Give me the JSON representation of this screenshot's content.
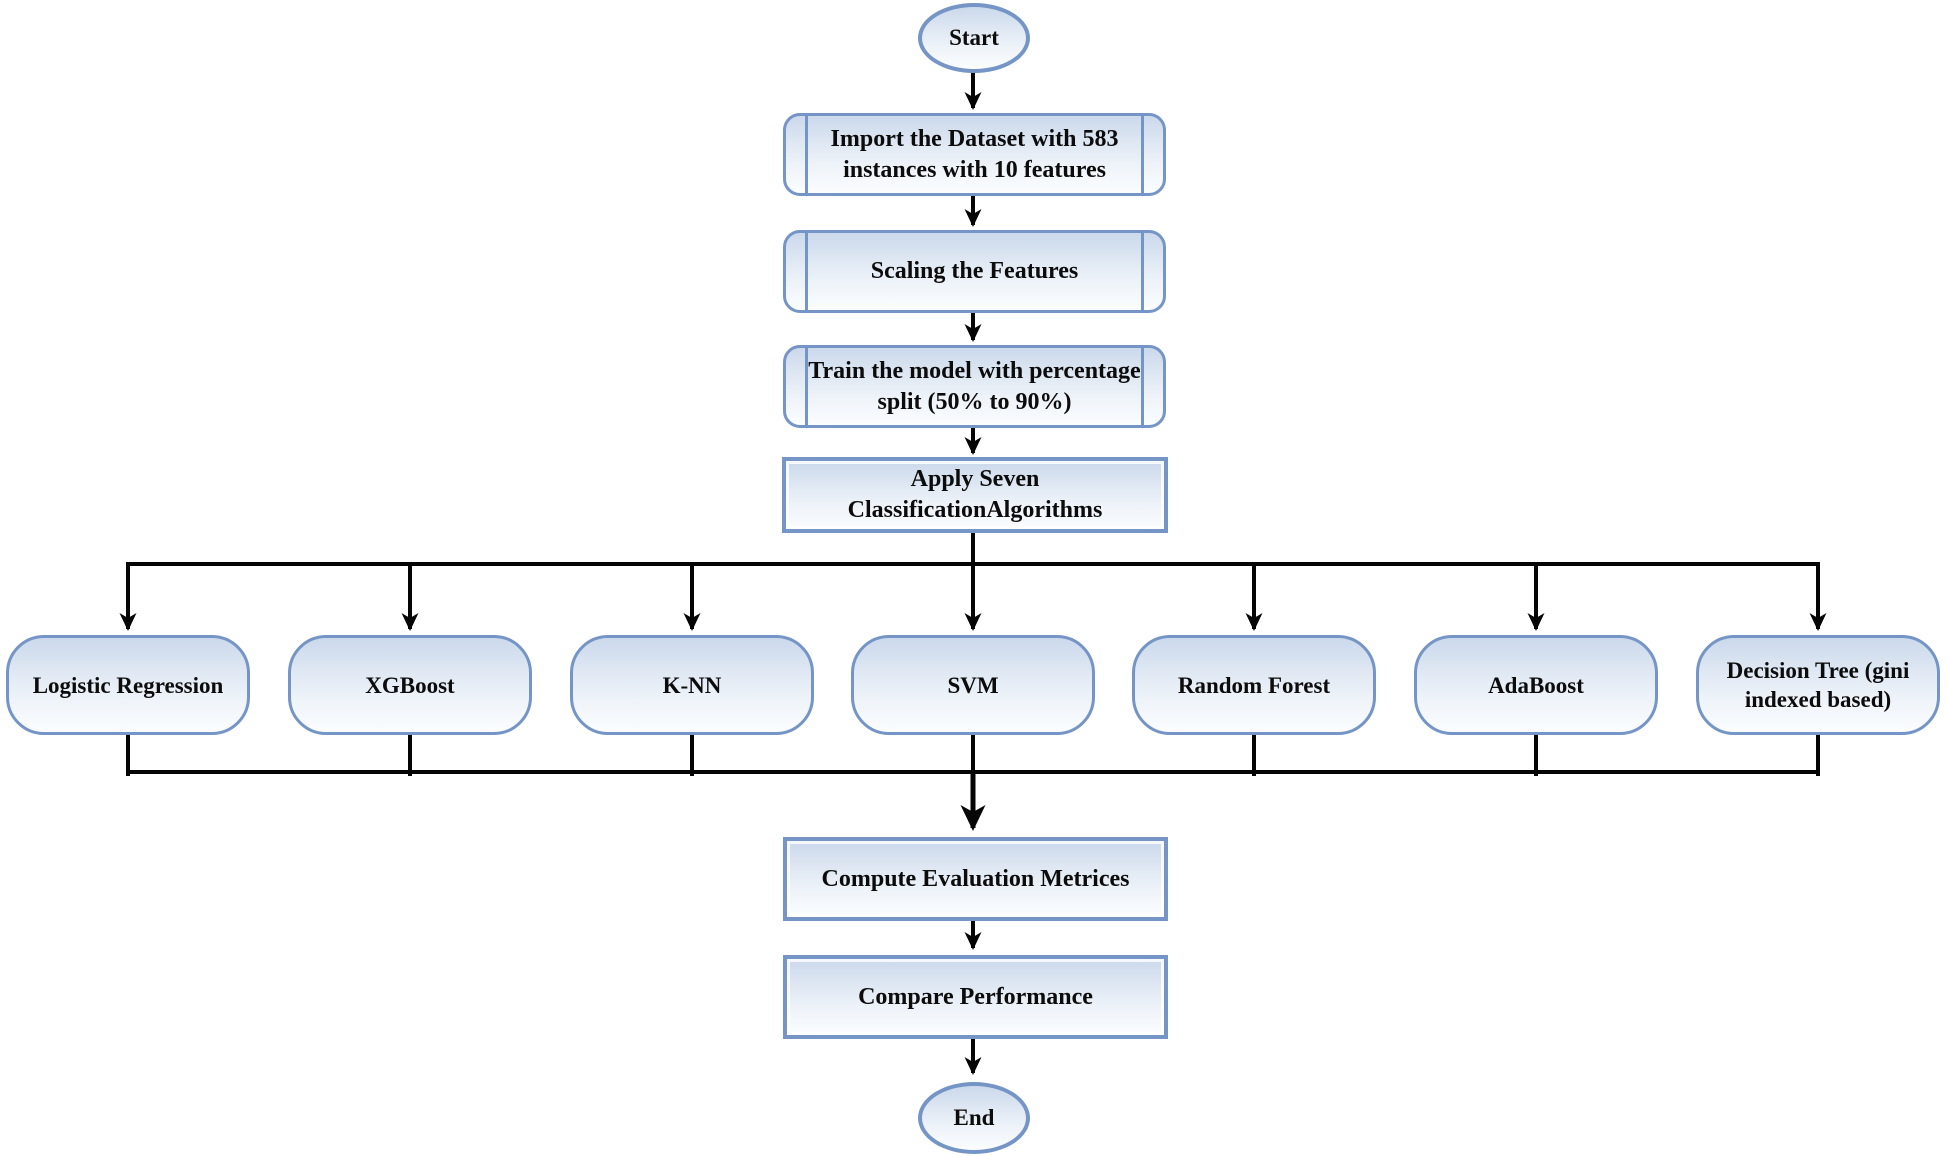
{
  "diagram": {
    "nodes": {
      "start": "Start",
      "import": "Import the Dataset with 583\ninstances with 10 features",
      "scaling": "Scaling the Features",
      "train": "Train the model with percentage\nsplit (50% to 90%)",
      "apply": "Apply Seven\nClassificationAlgorithms",
      "compute": "Compute Evaluation Metrices",
      "compare": "Compare Performance",
      "end": "End"
    },
    "algorithms": [
      "Logistic Regression",
      "XGBoost",
      "K-NN",
      "SVM",
      "Random Forest",
      "AdaBoost",
      "Decision Tree (gini\nindexed based)"
    ],
    "colors": {
      "node_border": "#7495C6",
      "fill_top": "#CBD9EC",
      "fill_bottom": "#FBFDFF",
      "connector": "#050505"
    }
  }
}
